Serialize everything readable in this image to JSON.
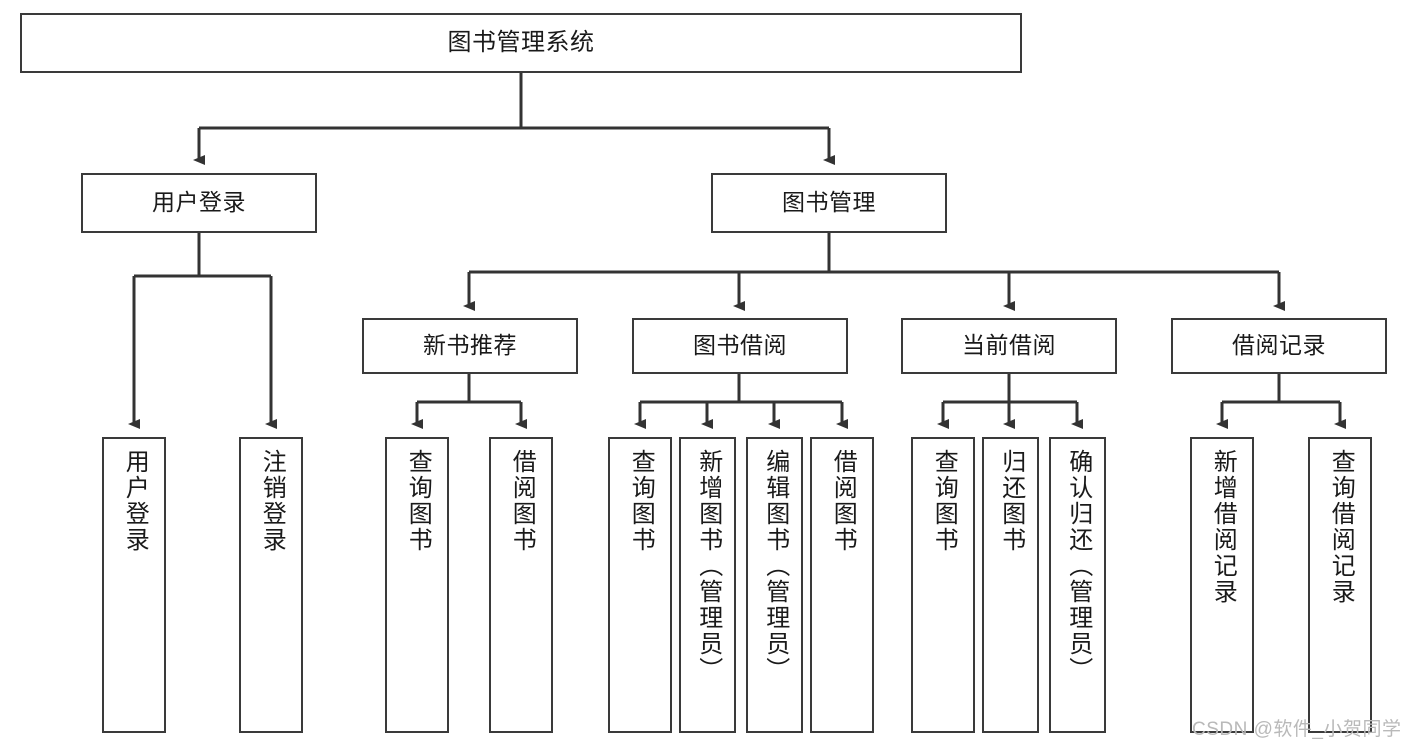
{
  "diagram": {
    "title_node": {
      "label": "图书管理系统"
    },
    "level1": [
      {
        "label": "用户登录"
      },
      {
        "label": "图书管理"
      }
    ],
    "level2": [
      {
        "label": "新书推荐"
      },
      {
        "label": "图书借阅"
      },
      {
        "label": "当前借阅"
      },
      {
        "label": "借阅记录"
      }
    ],
    "leaves": {
      "user_login": [
        {
          "label": "用户登录"
        },
        {
          "label": "注销登录"
        }
      ],
      "new_book": [
        {
          "label": "查询图书"
        },
        {
          "label": "借阅图书"
        }
      ],
      "borrow_book": [
        {
          "label": "查询图书"
        },
        {
          "label": "新增图书（管理员）"
        },
        {
          "label": "编辑图书（管理员）"
        },
        {
          "label": "借阅图书"
        }
      ],
      "current_borrow": [
        {
          "label": "查询图书"
        },
        {
          "label": "归还图书"
        },
        {
          "label": "确认归还（管理员）"
        }
      ],
      "borrow_record": [
        {
          "label": "新增借阅记录"
        },
        {
          "label": "查询借阅记录"
        }
      ]
    }
  },
  "watermark": {
    "text": "CSDN @软件_小贺同学"
  },
  "colors": {
    "stroke": "#3a3a3a",
    "text": "#1a1a1a",
    "background": "#ffffff",
    "watermark": "#b9b9b9"
  }
}
